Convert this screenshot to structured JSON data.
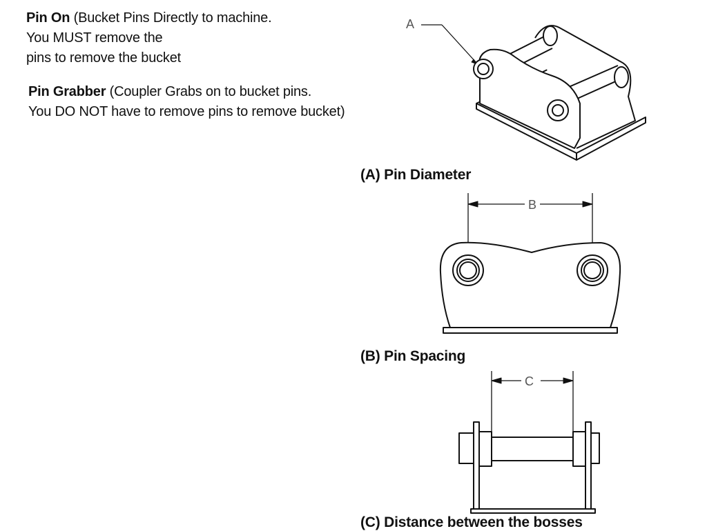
{
  "pin_on": {
    "title": "Pin On",
    "line1": " (Bucket Pins Directly to machine.",
    "line2": "You MUST remove the",
    "line3": "pins to remove the bucket"
  },
  "pin_grabber": {
    "title": "Pin Grabber",
    "line1": " (Coupler Grabs on to bucket pins.",
    "line2": "You DO NOT have to remove pins to remove bucket)"
  },
  "figures": {
    "a": {
      "label": "A",
      "caption": "(A) Pin Diameter"
    },
    "b": {
      "label": "B",
      "caption": "(B) Pin Spacing"
    },
    "c": {
      "label": "C",
      "caption": "(C) Distance between the bosses"
    }
  }
}
